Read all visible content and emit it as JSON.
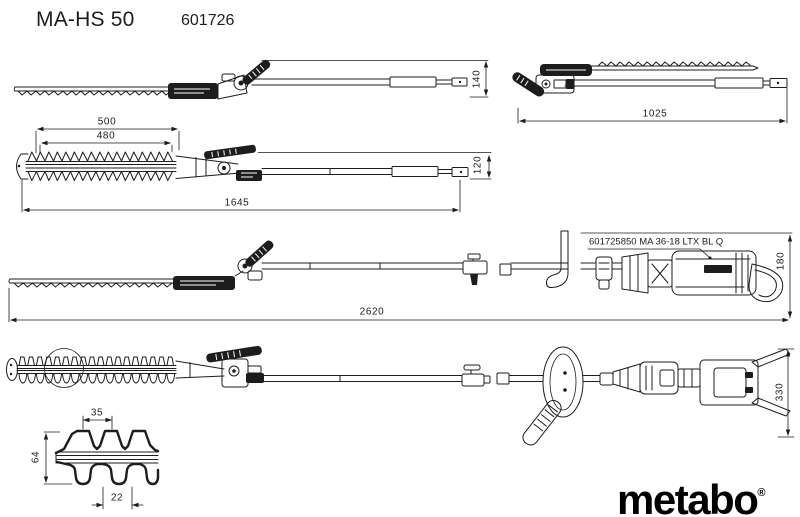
{
  "title": "MA-HS 50",
  "article_number": "601726",
  "brand": {
    "name": "metabo",
    "registered": "®"
  },
  "colors": {
    "line": "#1d1d1b",
    "background": "#ffffff"
  },
  "views": {
    "head_side": {
      "height_mm": "140"
    },
    "folded": {
      "length_mm": "1025"
    },
    "attachment": {
      "blade_length_mm": "500",
      "cutting_length_mm": "480",
      "height_mm": "120",
      "length_mm": "1645"
    },
    "full_side": {
      "powerhead_label": "601725850 MA 36-18 LTX BL Q",
      "height_mm": "180",
      "length_mm": "2620"
    },
    "full_top": {
      "height_mm": "330"
    },
    "blade_detail": {
      "tooth_pitch_mm": "35",
      "blade_width_mm": "64",
      "tooth_gap_mm": "22"
    }
  }
}
